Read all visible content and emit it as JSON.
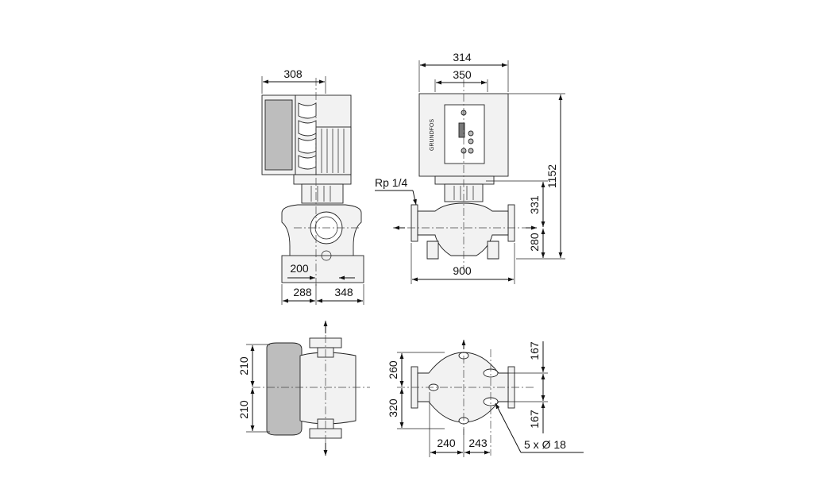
{
  "dimensions": {
    "front_width_top": "308",
    "front_offset": "200",
    "front_left": "288",
    "front_right": "348",
    "side_top_outer": "314",
    "side_top_inner": "350",
    "side_height_total": "1152",
    "side_height_upper": "331",
    "side_height_lower": "280",
    "side_length": "900",
    "port_label": "Rp 1/4",
    "top_left_upper": "210",
    "top_left_lower": "210",
    "base_left_upper": "260",
    "base_left_lower": "320",
    "base_right_upper": "167",
    "base_right_lower": "167",
    "base_bottom_left": "240",
    "base_bottom_right": "243",
    "holes_note": "5 x Ø 18"
  },
  "brand_text": "GRUNDFOS"
}
